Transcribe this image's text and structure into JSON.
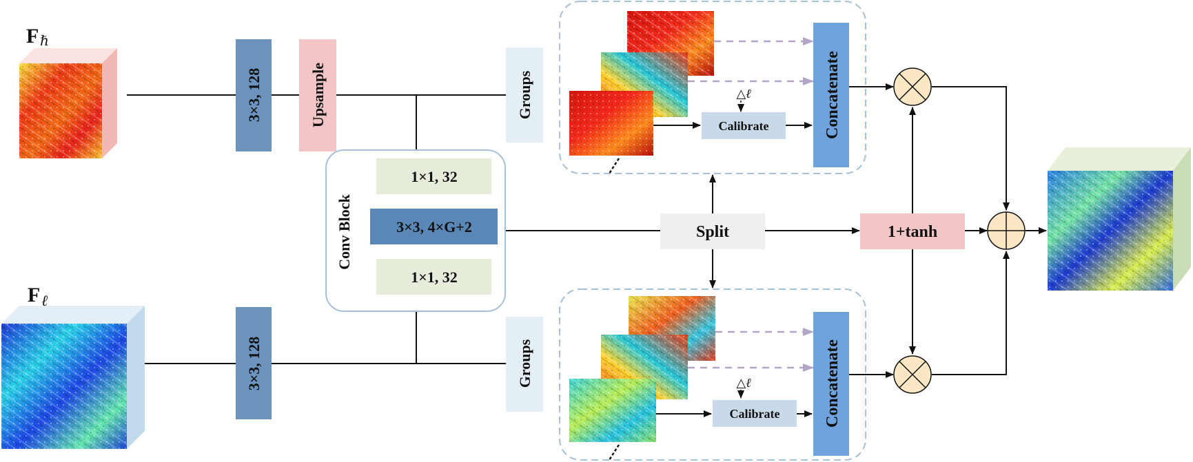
{
  "inputs": {
    "high": {
      "label_main": "F",
      "label_sub": "ℏ"
    },
    "low": {
      "label_main": "F",
      "label_sub": "ℓ"
    }
  },
  "blocks": {
    "conv_top": "3×3, 128",
    "upsample": "Upsample",
    "conv_bottom": "3×3, 128",
    "groups_top": "Groups",
    "groups_bottom": "Groups",
    "conv_block_title": "Conv Block",
    "conv_block_layer1": "1×1, 32",
    "conv_block_layer2": "3×3, 4×G+2",
    "conv_block_layer3": "1×1, 32",
    "split": "Split",
    "tanh": "1+tanh",
    "calibrate_top": "Calibrate",
    "calibrate_bottom": "Calibrate",
    "concat_top": "Concatenate",
    "concat_bottom": "Concatenate",
    "delta_top": "△ℓ",
    "delta_bottom": "△ℓ"
  },
  "operators": {
    "multiply_symbol": "⊗",
    "add_symbol": "⊕"
  },
  "colors": {
    "conv_blue": "#6b93bd",
    "upsample_pink": "#f2c6c6",
    "groups_bg": "#e4eef5",
    "conv_block_layer_green": "#e6eedb",
    "conv_block_mid_blue": "#5b87b7",
    "split_gray": "#efefef",
    "tanh_pink": "#f2c6c6",
    "calibrate_blue": "#c8d9ea",
    "concat_blue": "#6fa3dd",
    "operator_fill": "#fbe7c4",
    "dash_purple": "#b3a4c8",
    "panel_border": "#a8bfd8",
    "cube_high_side": "#f3b7b4",
    "cube_low_side": "#c3d9ec",
    "cube_out_side": "#c9dcb6"
  }
}
